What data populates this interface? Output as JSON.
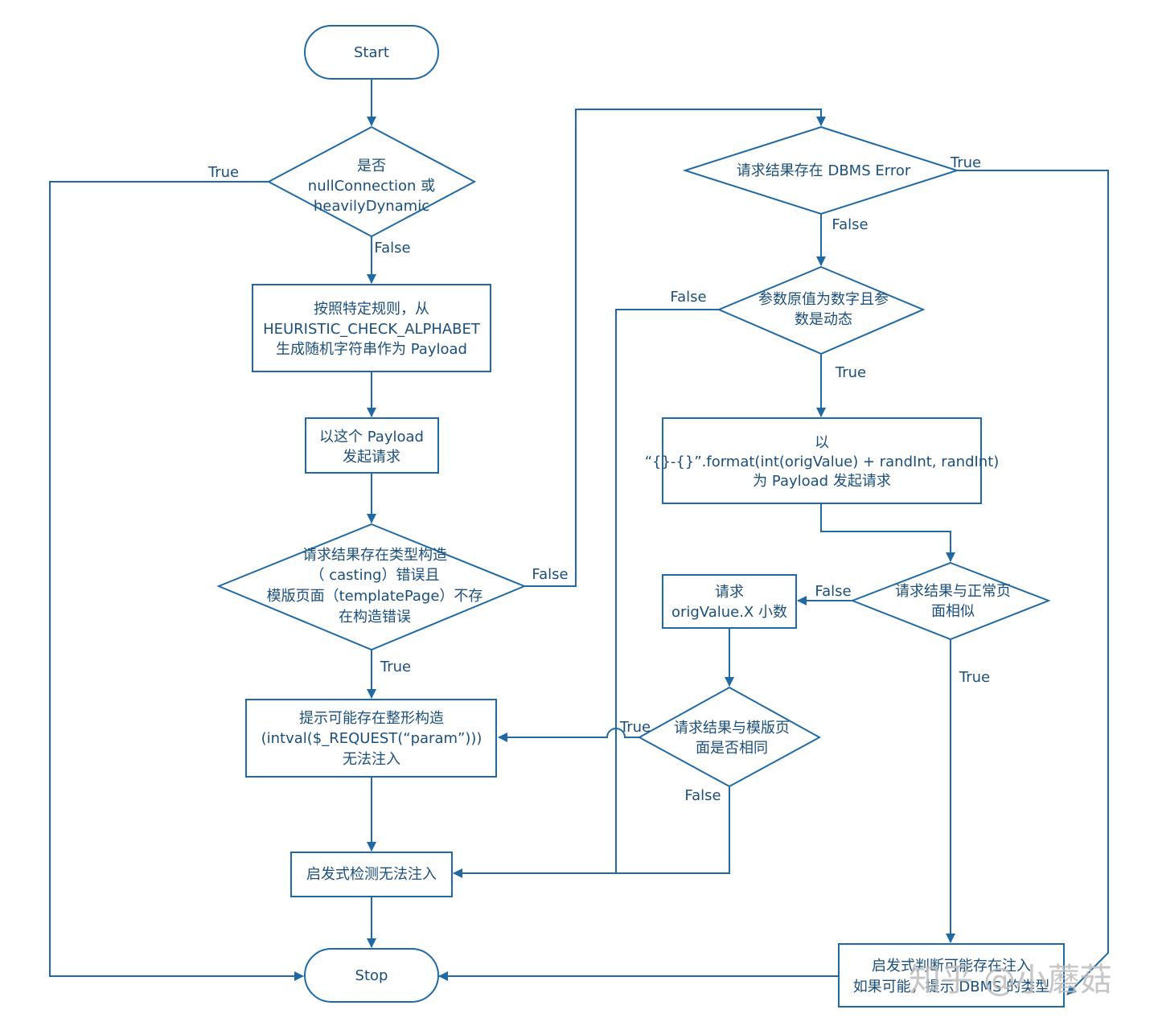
{
  "diagram": {
    "nodes": {
      "start": "Start",
      "stop": "Stop",
      "d_null_dynamic": [
        "是否",
        "nullConnection 或",
        "heavilyDynamic"
      ],
      "gen_payload": [
        "按照特定规则，从",
        "HEURISTIC_CHECK_ALPHABET",
        "生成随机字符串作为 Payload"
      ],
      "send_payload": [
        "以这个 Payload",
        "发起请求"
      ],
      "d_casting_error": [
        "请求结果存在类型构造",
        "（ casting）错误且",
        "模版页面（templatePage）不存",
        "在构造错误"
      ],
      "hint_int_cast": [
        "提示可能存在整形构造",
        "(intval($_REQUEST(“param”)))",
        "无法注入"
      ],
      "heuristic_no_inject": [
        "启发式检测无法注入"
      ],
      "d_dbms_error": [
        "请求结果存在 DBMS Error"
      ],
      "d_numeric_dynamic": [
        "参数原值为数字且参",
        "数是动态"
      ],
      "req_format": [
        "以",
        "“{}-{}”.format(int(origValue) + randInt, randInt)",
        "为 Payload 发起请求"
      ],
      "d_similar_normal": [
        "请求结果与正常页",
        "面相似"
      ],
      "req_decimal": [
        "请求",
        "origValue.X 小数"
      ],
      "d_same_template": [
        "请求结果与模版页",
        "面是否相同"
      ],
      "heuristic_maybe_inject": [
        "启发式判断可能存在注入",
        "如果可能，提示 DBMS 的类型"
      ]
    },
    "edge_labels": {
      "null_true": "True",
      "null_false": "False",
      "casting_false": "False",
      "casting_true": "True",
      "dbms_true": "True",
      "dbms_false": "False",
      "numeric_false": "False",
      "numeric_true": "True",
      "similar_false": "False",
      "similar_true": "True",
      "template_true": "True",
      "template_false": "False"
    },
    "watermark": "知乎 @小蘑菇",
    "colors": {
      "stroke": "#1f6aa5",
      "text": "#1b4f7a",
      "background": "#ffffff"
    }
  }
}
